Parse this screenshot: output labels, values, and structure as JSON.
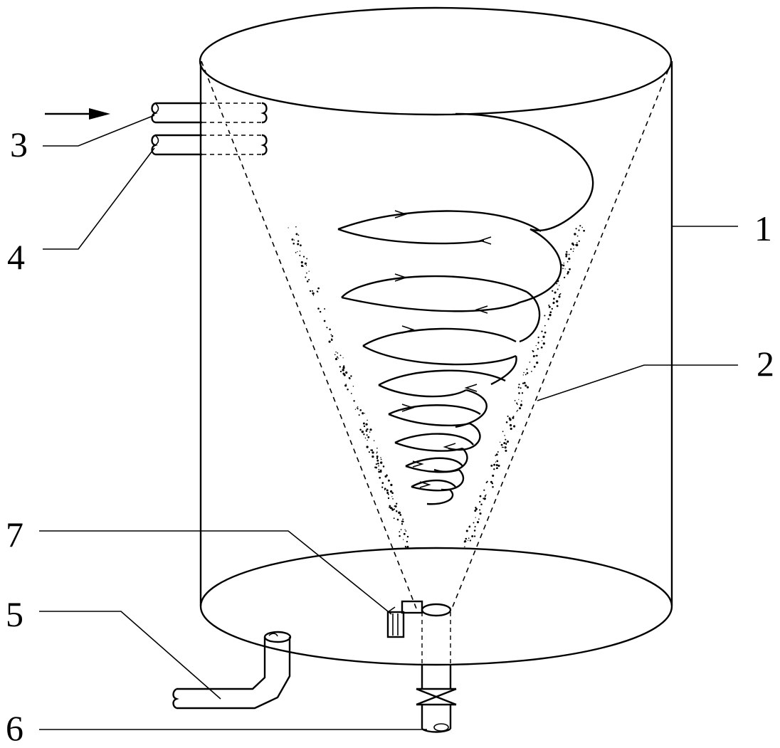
{
  "diagram": {
    "labels": {
      "tank": "1",
      "cone": "2",
      "pipe_upper": "3",
      "pipe_lower": "4",
      "inlet_pipe_bottom": "5",
      "outlet_pipe": "6",
      "sensor": "7"
    }
  }
}
